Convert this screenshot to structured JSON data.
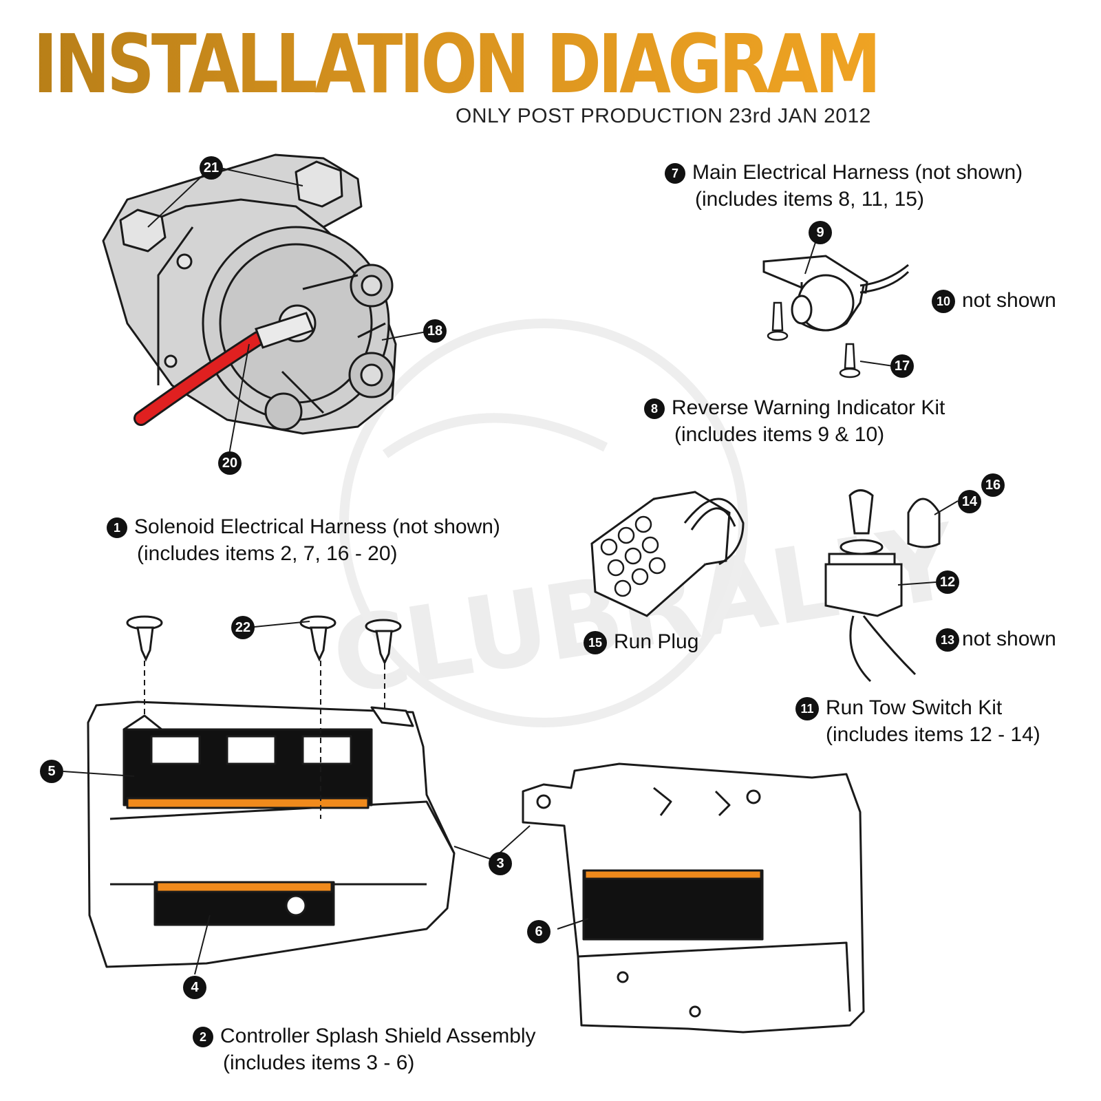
{
  "header": {
    "title": "INSTALLATION DIAGRAM",
    "subtitle": "ONLY POST PRODUCTION 23rd JAN 2012"
  },
  "watermark": "CLUBRALLY",
  "legend": {
    "item1": {
      "num": "1",
      "line1": "Solenoid Electrical Harness (not shown)",
      "line2": "(includes items 2, 7, 16 - 20)"
    },
    "item2": {
      "num": "2",
      "line1": "Controller Splash Shield Assembly",
      "line2": "(includes items 3 - 6)"
    },
    "item7": {
      "num": "7",
      "line1": "Main Electrical Harness (not shown)",
      "line2": "(includes items 8, 11, 15)"
    },
    "item8": {
      "num": "8",
      "line1": "Reverse Warning Indicator Kit",
      "line2": "(includes items 9 & 10)"
    },
    "item10": {
      "num": "10",
      "line1": "not shown"
    },
    "item11": {
      "num": "11",
      "line1": "Run Tow Switch Kit",
      "line2": "(includes items 12 - 14)"
    },
    "item13": {
      "num": "13",
      "line1": "not shown"
    },
    "item15": {
      "num": "15",
      "line1": "Run Plug"
    }
  },
  "callouts": {
    "c3": "3",
    "c4": "4",
    "c5": "5",
    "c6": "6",
    "c9": "9",
    "c12": "12",
    "c14": "14",
    "c16": "16",
    "c17": "17",
    "c18": "18",
    "c20": "20",
    "c21": "21",
    "c22": "22"
  },
  "colors": {
    "title_gold": "#d8931f",
    "wire_red": "#e02020",
    "warning_orange": "#f08a1c",
    "solenoid_gray": "#d4d4d4"
  }
}
